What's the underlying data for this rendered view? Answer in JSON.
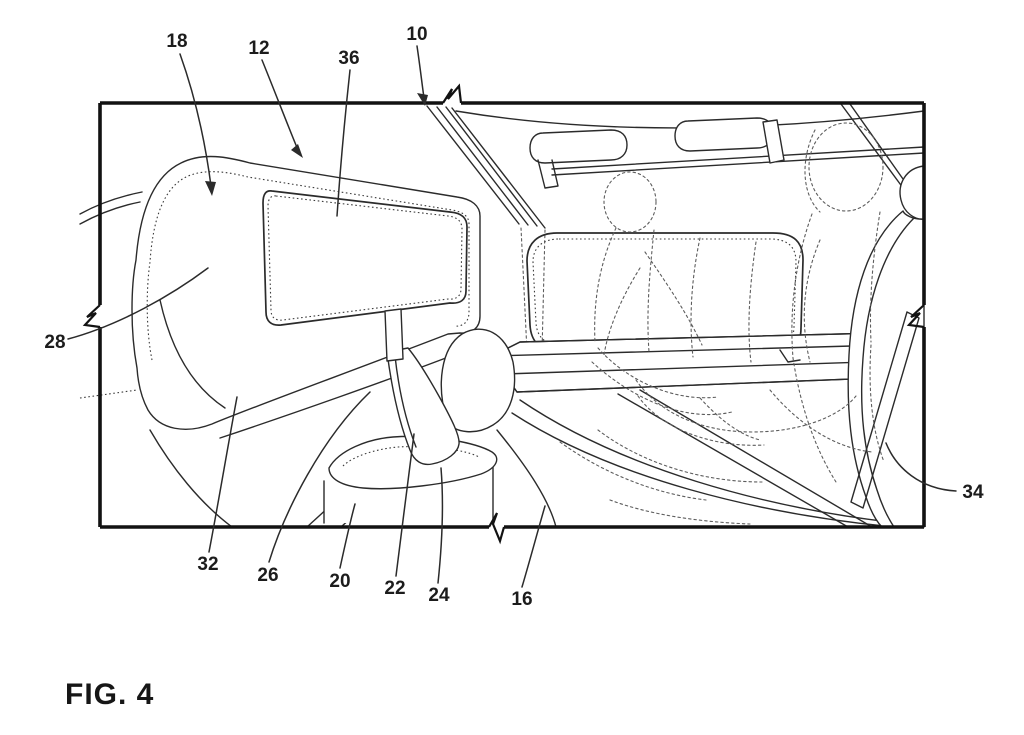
{
  "figure": {
    "label": "FIG. 4"
  },
  "reference_numerals": [
    {
      "id": "18",
      "label": "18"
    },
    {
      "id": "12",
      "label": "12"
    },
    {
      "id": "36",
      "label": "36"
    },
    {
      "id": "10",
      "label": "10"
    },
    {
      "id": "28",
      "label": "28"
    },
    {
      "id": "34",
      "label": "34"
    },
    {
      "id": "32",
      "label": "32"
    },
    {
      "id": "26",
      "label": "26"
    },
    {
      "id": "20",
      "label": "20"
    },
    {
      "id": "22",
      "label": "22"
    },
    {
      "id": "24",
      "label": "24"
    },
    {
      "id": "16",
      "label": "16"
    }
  ],
  "colors": {
    "line": "#2b2b2b",
    "border": "#121212",
    "phantom_line": "#5d5d5d",
    "background": "#ffffff"
  }
}
